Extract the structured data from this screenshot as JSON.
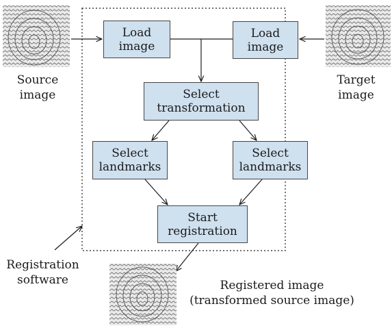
{
  "boxes": {
    "load_source": "Load\nimage",
    "load_target": "Load\nimage",
    "select_transformation": "Select\ntransformation",
    "select_landmarks_left": "Select\nlandmarks",
    "select_landmarks_right": "Select\nlandmarks",
    "start_registration": "Start\nregistration"
  },
  "labels": {
    "source_image": "Source\nimage",
    "target_image": "Target\nimage",
    "registration_software": "Registration\nsoftware",
    "registered_image": "Registered image\n(transformed source image)"
  },
  "colors": {
    "box_fill": "#cfe0ef",
    "line": "#1a1a1a"
  },
  "icons": {
    "source": "fingerprint-image",
    "target": "fingerprint-image",
    "registered": "fingerprint-image"
  }
}
